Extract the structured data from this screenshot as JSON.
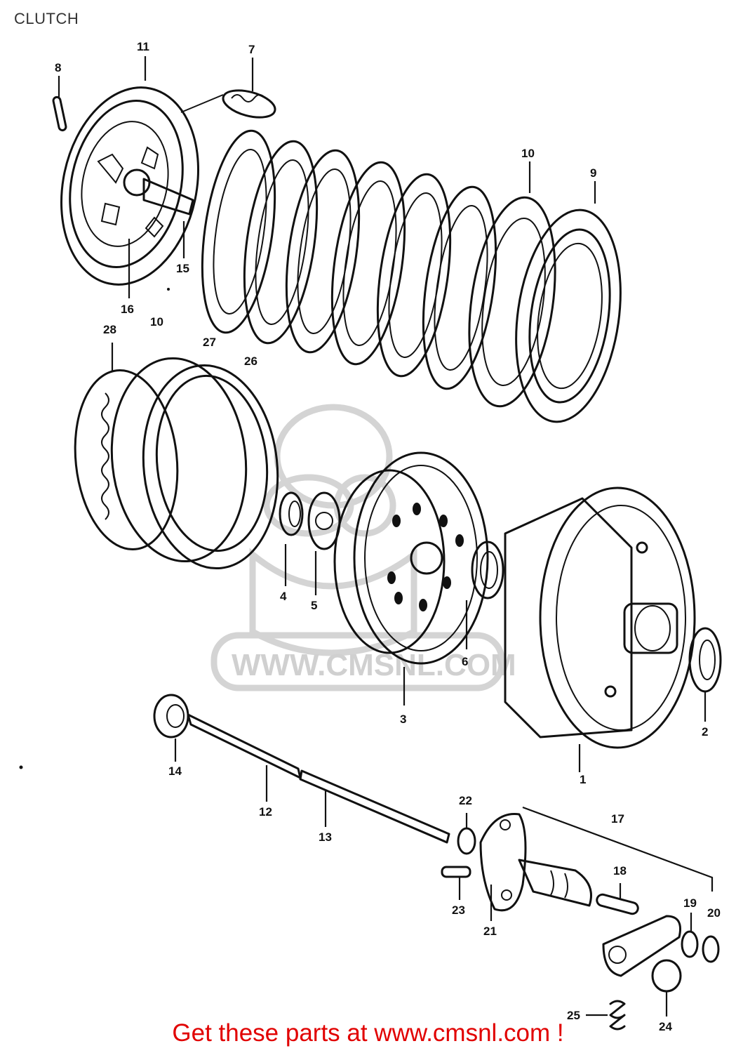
{
  "title": "CLUTCH",
  "footer_link": "Get these parts at www.cmsnl.com !",
  "watermark_text": "WWW.CMSNL.COM",
  "colors": {
    "footer": "#e10000",
    "ink": "#111111",
    "watermark": "#d0d0d0"
  },
  "callouts": {
    "n1": "1",
    "n2": "2",
    "n3": "3",
    "n4": "4",
    "n5": "5",
    "n6": "6",
    "n7": "7",
    "n8": "8",
    "n9": "9",
    "n10a": "10",
    "n10b": "10",
    "n11": "11",
    "n12": "12",
    "n13": "13",
    "n14": "14",
    "n15": "15",
    "n16": "16",
    "n17": "17",
    "n18": "18",
    "n19": "19",
    "n20": "20",
    "n21": "21",
    "n22": "22",
    "n23": "23",
    "n24": "24",
    "n25": "25",
    "n26": "26",
    "n27": "27",
    "n28": "28"
  }
}
